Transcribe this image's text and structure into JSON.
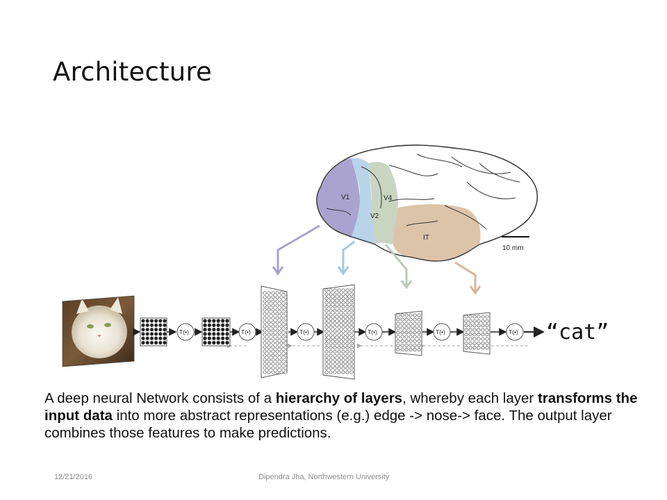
{
  "slide": {
    "title": "Architecture"
  },
  "diagram": {
    "brain_regions": [
      "V1",
      "V2",
      "V4",
      "IT"
    ],
    "scale_label": "10 mm",
    "transform_label": "T(•)",
    "output_label": "“cat”",
    "colors": {
      "v1": "#aaa3cf",
      "v2": "#b9d3e8",
      "v4": "#c9d5c1",
      "it": "#dcc4a9",
      "arrow_v1": "#a9a2cd",
      "arrow_v2": "#9fc8e6",
      "arrow_v4": "#b9cbb5",
      "arrow_it": "#dbb594"
    }
  },
  "body": {
    "part1": "A deep neural Network consists of a ",
    "bold1": "hierarchy of layers",
    "part2": ", whereby each layer ",
    "bold2": "transforms the input data",
    "part3": " into more abstract representations (e.g.) edge -> nose-> face. The output layer combines those features to make predictions."
  },
  "footer": {
    "date": "12/21/2016",
    "credit": "Dipendra Jha, Northwestern University"
  }
}
